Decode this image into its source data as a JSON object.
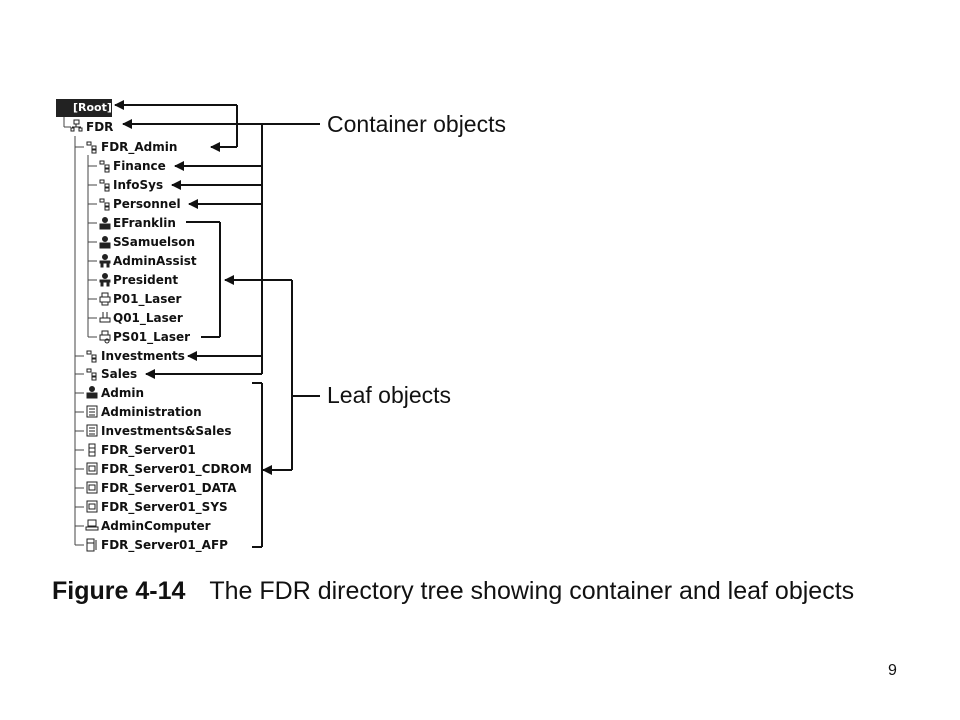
{
  "tree": {
    "root": "[Root]",
    "items": [
      {
        "label": "FDR",
        "icon": "organization-icon"
      },
      {
        "label": "FDR_Admin",
        "icon": "org-unit-icon"
      },
      {
        "label": "Finance",
        "icon": "org-unit-icon"
      },
      {
        "label": "InfoSys",
        "icon": "org-unit-icon"
      },
      {
        "label": "Personnel",
        "icon": "org-unit-icon"
      },
      {
        "label": "EFranklin",
        "icon": "user-icon"
      },
      {
        "label": "SSamuelson",
        "icon": "user-icon"
      },
      {
        "label": "AdminAssist",
        "icon": "role-icon"
      },
      {
        "label": "President",
        "icon": "role-icon"
      },
      {
        "label": "P01_Laser",
        "icon": "printer-icon"
      },
      {
        "label": "Q01_Laser",
        "icon": "print-queue-icon"
      },
      {
        "label": "PS01_Laser",
        "icon": "print-server-icon"
      },
      {
        "label": "Investments",
        "icon": "org-unit-icon"
      },
      {
        "label": "Sales",
        "icon": "org-unit-icon"
      },
      {
        "label": "Admin",
        "icon": "user-icon"
      },
      {
        "label": "Administration",
        "icon": "group-icon"
      },
      {
        "label": "Investments&Sales",
        "icon": "group-icon"
      },
      {
        "label": "FDR_Server01",
        "icon": "server-icon"
      },
      {
        "label": "FDR_Server01_CDROM",
        "icon": "volume-icon"
      },
      {
        "label": "FDR_Server01_DATA",
        "icon": "volume-icon"
      },
      {
        "label": "FDR_Server01_SYS",
        "icon": "volume-icon"
      },
      {
        "label": "AdminComputer",
        "icon": "computer-icon"
      },
      {
        "label": "FDR_Server01_AFP",
        "icon": "afp-server-icon"
      }
    ]
  },
  "callouts": {
    "container": "Container objects",
    "leaf": "Leaf objects"
  },
  "caption": {
    "number": "Figure 4-14",
    "text": "The FDR directory tree showing container and leaf objects"
  },
  "page_number": "9",
  "colors": {
    "line": "#111111",
    "root_bg": "#222222"
  }
}
